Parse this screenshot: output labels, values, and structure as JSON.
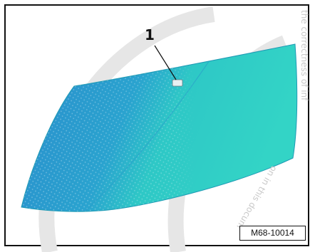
{
  "figure": {
    "callout_number": "1",
    "drawing_code": "M68-10014",
    "watermark_text_top": "the correctness of inf",
    "watermark_text_bottom": "on in this docum",
    "colors": {
      "glass_fill": "#2ec8c6",
      "glass_shade": "#2a8fcf",
      "frame": "#111111",
      "watermark": "#e0e0e0"
    }
  }
}
